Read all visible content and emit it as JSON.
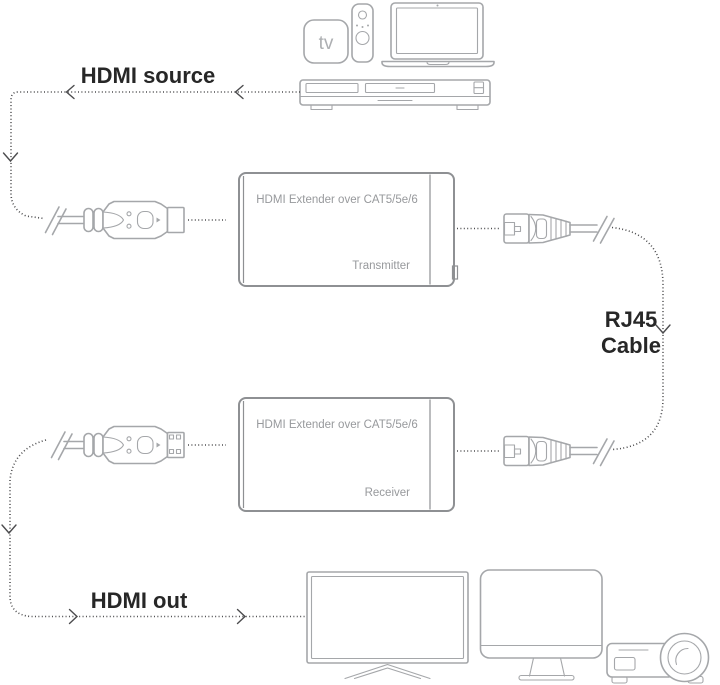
{
  "labels": {
    "hdmi_source": "HDMI source",
    "rj45_line1": "RJ45",
    "rj45_line2": "Cable",
    "hdmi_out": "HDMI out"
  },
  "transmitter": {
    "title": "HDMI Extender over CAT5/5e/6",
    "role": "Transmitter"
  },
  "receiver": {
    "title": "HDMI Extender over CAT5/5e/6",
    "role": "Receiver"
  },
  "source_devices": {
    "tv_box_label": "tv"
  },
  "colors": {
    "connection_line": "#4c4c4e",
    "device_outline": "#a5a7aa",
    "unit_outline": "#8e9093",
    "label_text": "#272727",
    "unit_label_text": "#97999c",
    "background": "#ffffff"
  }
}
